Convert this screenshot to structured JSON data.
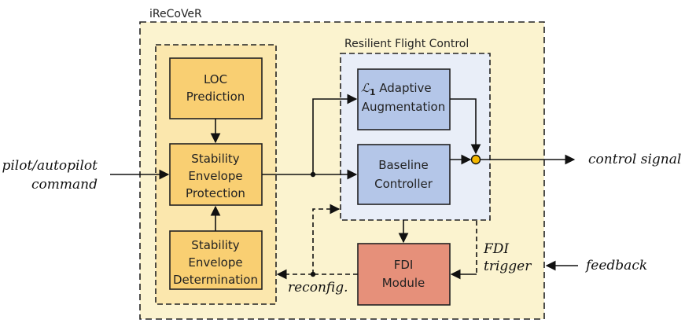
{
  "outer": {
    "title": "iReCoVeR"
  },
  "rfc": {
    "title": "Resilient Flight Control"
  },
  "blocks": {
    "loc": [
      "LOC",
      "Prediction"
    ],
    "sep": [
      "Stability",
      "Envelope",
      "Protection"
    ],
    "sed": [
      "Stability",
      "Envelope",
      "Determination"
    ],
    "l1": {
      "symbol": "ℒ",
      "subscript": "1",
      "line1_rest": " Adaptive",
      "line2": "Augmentation"
    },
    "baseline": [
      "Baseline",
      "Controller"
    ],
    "fdi": [
      "FDI",
      "Module"
    ]
  },
  "signals": {
    "input": [
      "pilot/autopilot",
      "command"
    ],
    "output": "control signal",
    "feedback": "feedback",
    "fdi_trigger": [
      "FDI",
      "trigger"
    ],
    "reconfig": "reconfig."
  },
  "colors": {
    "outer_fill": "#fbf3cf",
    "inner_fill": "#fbe7ad",
    "rfc_fill": "#e9eef8",
    "orange": "#f9cf72",
    "blue": "#b4c6e8",
    "red": "#e6907a",
    "sum_node": "#f5b800"
  }
}
